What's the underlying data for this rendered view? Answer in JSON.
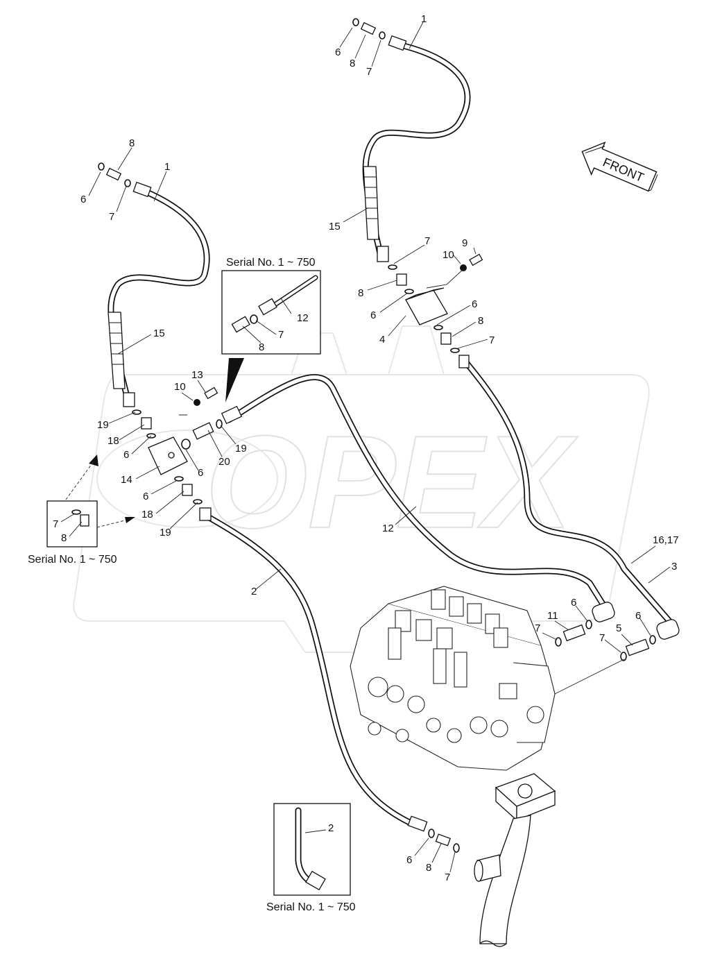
{
  "watermark": {
    "brand_text": "OPEX"
  },
  "orientation": {
    "front_label": "FRONT"
  },
  "callouts": [
    {
      "id": "c1a",
      "label": "1"
    },
    {
      "id": "c6a",
      "label": "6"
    },
    {
      "id": "c8a",
      "label": "8"
    },
    {
      "id": "c7a",
      "label": "7"
    },
    {
      "id": "c15a",
      "label": "15"
    },
    {
      "id": "c7b",
      "label": "7"
    },
    {
      "id": "c9",
      "label": "9"
    },
    {
      "id": "c10a",
      "label": "10"
    },
    {
      "id": "c8b",
      "label": "8"
    },
    {
      "id": "c6b",
      "label": "6"
    },
    {
      "id": "c6c",
      "label": "6"
    },
    {
      "id": "c8c",
      "label": "8"
    },
    {
      "id": "c4",
      "label": "4"
    },
    {
      "id": "c7c",
      "label": "7"
    },
    {
      "id": "c8d",
      "label": "8"
    },
    {
      "id": "c1b",
      "label": "1"
    },
    {
      "id": "c6d",
      "label": "6"
    },
    {
      "id": "c7d",
      "label": "7"
    },
    {
      "id": "c15b",
      "label": "15"
    },
    {
      "id": "c12a",
      "label": "12"
    },
    {
      "id": "c7e",
      "label": "7"
    },
    {
      "id": "c8e",
      "label": "8"
    },
    {
      "id": "c13",
      "label": "13"
    },
    {
      "id": "c10b",
      "label": "10"
    },
    {
      "id": "c19a",
      "label": "19"
    },
    {
      "id": "c18a",
      "label": "18"
    },
    {
      "id": "c6e",
      "label": "6"
    },
    {
      "id": "c20",
      "label": "20"
    },
    {
      "id": "c19b",
      "label": "19"
    },
    {
      "id": "c6f",
      "label": "6"
    },
    {
      "id": "c14",
      "label": "14"
    },
    {
      "id": "c6g",
      "label": "6"
    },
    {
      "id": "c18b",
      "label": "18"
    },
    {
      "id": "c19c",
      "label": "19"
    },
    {
      "id": "c7f",
      "label": "7"
    },
    {
      "id": "c8f",
      "label": "8"
    },
    {
      "id": "c12b",
      "label": "12"
    },
    {
      "id": "c16",
      "label": "16,17"
    },
    {
      "id": "c3",
      "label": "3"
    },
    {
      "id": "c2a",
      "label": "2"
    },
    {
      "id": "c6h",
      "label": "6"
    },
    {
      "id": "c11",
      "label": "11"
    },
    {
      "id": "c7g",
      "label": "7"
    },
    {
      "id": "c6i",
      "label": "6"
    },
    {
      "id": "c5",
      "label": "5"
    },
    {
      "id": "c7h",
      "label": "7"
    },
    {
      "id": "c2b",
      "label": "2"
    },
    {
      "id": "c6j",
      "label": "6"
    },
    {
      "id": "c8g",
      "label": "8"
    },
    {
      "id": "c7i",
      "label": "7"
    }
  ],
  "insets": [
    {
      "id": "inset-top",
      "label": "Serial No. 1 ~ 750"
    },
    {
      "id": "inset-left",
      "label": "Serial No. 1 ~ 750"
    },
    {
      "id": "inset-bottom",
      "label": "Serial No. 1 ~ 750"
    }
  ]
}
